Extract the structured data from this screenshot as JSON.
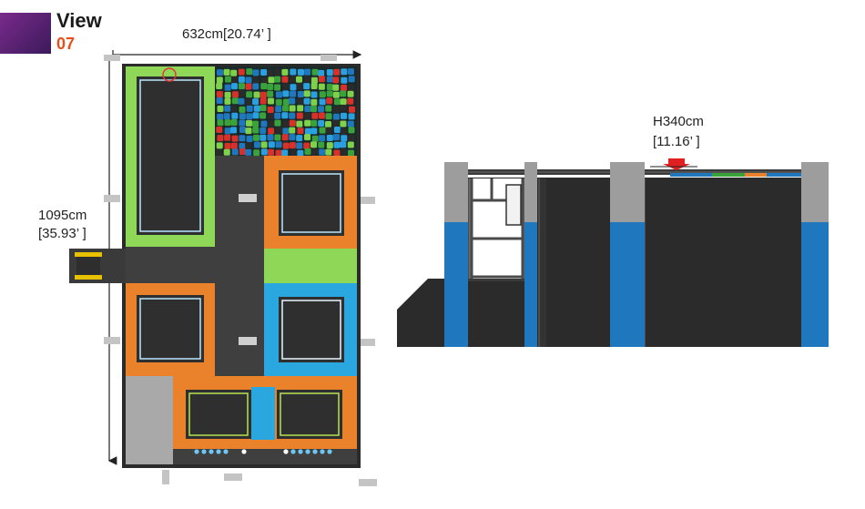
{
  "header": {
    "title": "View",
    "number": "07"
  },
  "plan": {
    "width_label": "632cm[20.74’ ]",
    "length_label_cm": "1095cm",
    "length_label_ft": "[35.93’ ]"
  },
  "elevation": {
    "height_label_cm": "H340cm",
    "height_label_ft": "[11.16’ ]"
  },
  "colors": {
    "green": "#8fd857",
    "orange": "#e9822b",
    "blue": "#2aa7df",
    "dark": "#3f3f3f",
    "frame": "#2b2b2b",
    "post_blue": "#1f77bd",
    "post_gray": "#9d9d9d",
    "accent_purple": "#6b2480",
    "accent_orange": "#e8501b",
    "arrow_red": "#e02020"
  }
}
